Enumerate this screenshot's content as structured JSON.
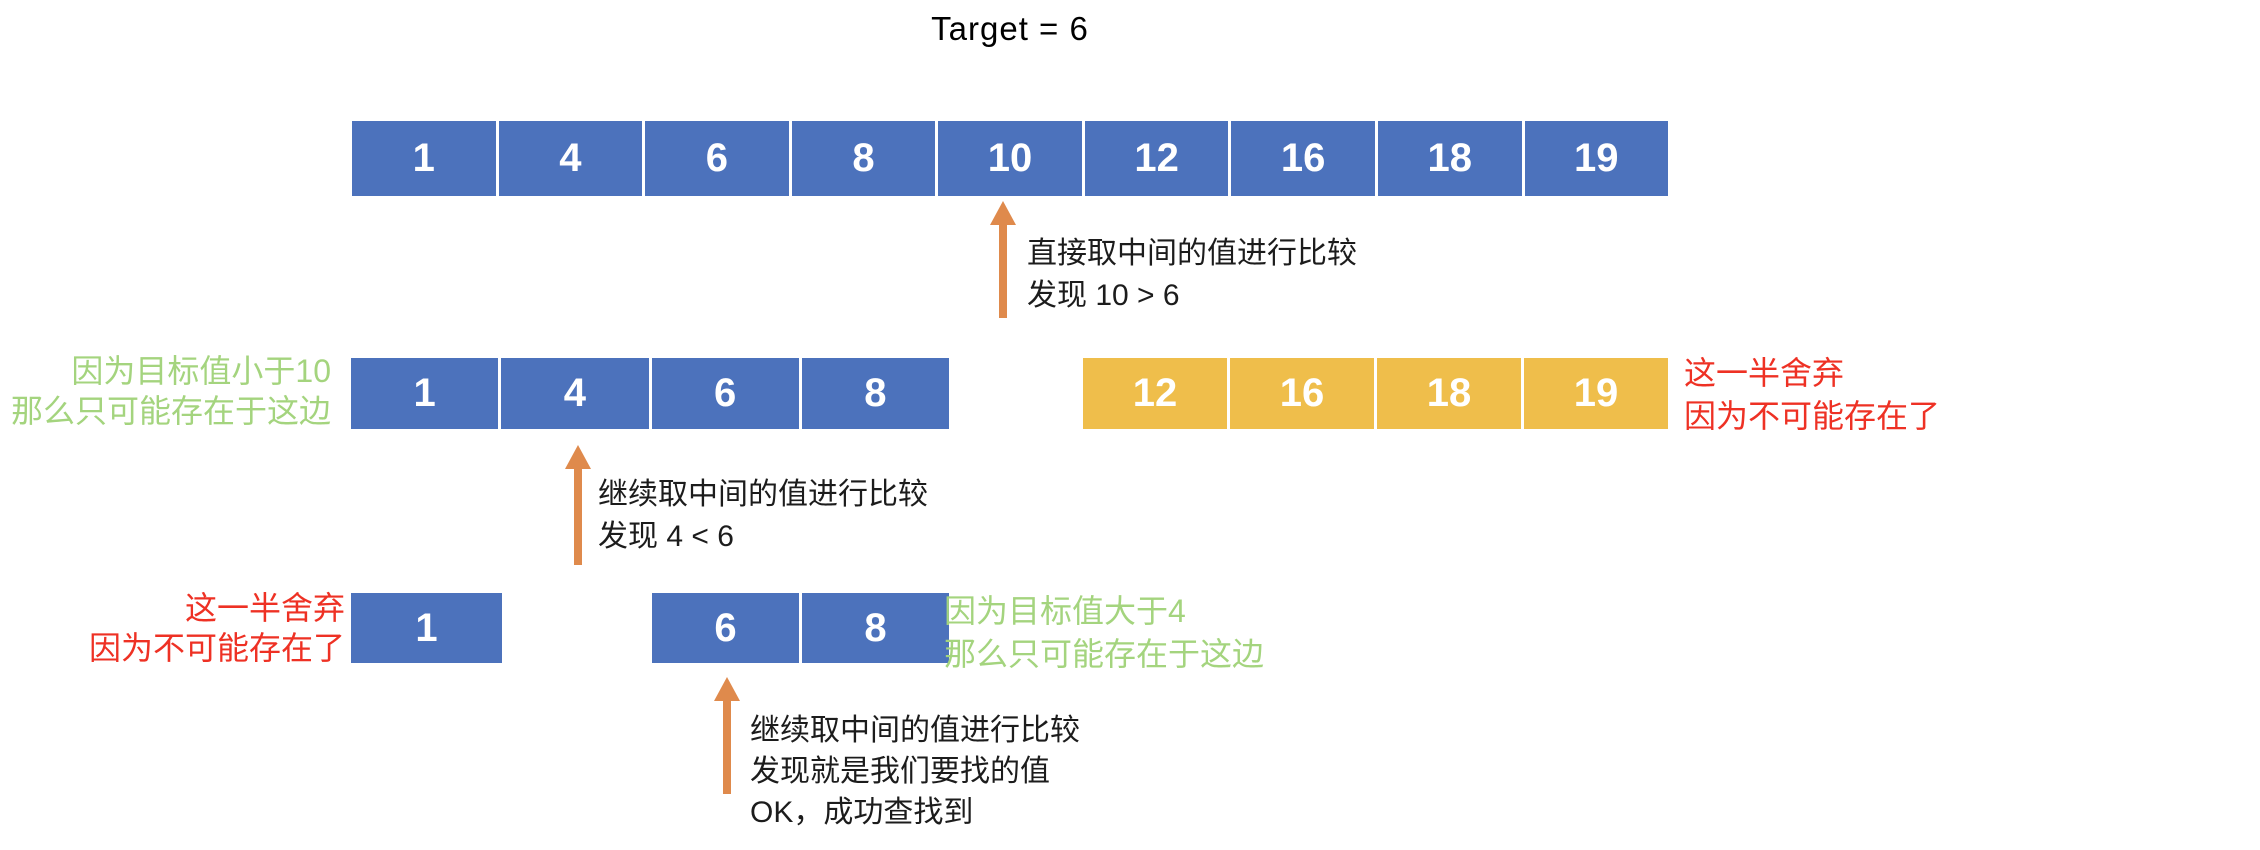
{
  "title": "Target = 6",
  "colors": {
    "blue": "#4C72BC",
    "gold": "#EFBE4B",
    "orange": "#DF8A4C",
    "green": "#A4D47E",
    "red": "#EE3124",
    "ink": "#1C1C1C"
  },
  "arrays": {
    "full": {
      "cells": [
        "1",
        "4",
        "6",
        "8",
        "10",
        "12",
        "16",
        "18",
        "19"
      ]
    },
    "left_half": {
      "cells": [
        "1",
        "4",
        "6",
        "8"
      ]
    },
    "discarded_right": {
      "cells": [
        "12",
        "16",
        "18",
        "19"
      ]
    },
    "discarded_left": {
      "cells": [
        "1"
      ]
    },
    "final": {
      "cells": [
        "6",
        "8"
      ]
    }
  },
  "steps": {
    "step1": {
      "line1": "直接取中间的值进行比较",
      "line2": "发现 10 > 6"
    },
    "step2": {
      "line1": "继续取中间的值进行比较",
      "line2": "发现 4 < 6"
    },
    "step3": {
      "line1": "继续取中间的值进行比较",
      "line2": "发现就是我们要找的值",
      "line3": "OK，成功查找到"
    }
  },
  "notes": {
    "keep_left": {
      "line1": "因为目标值小于10",
      "line2": "那么只可能存在于这边"
    },
    "discard_right": {
      "line1": "这一半舍弃",
      "line2": "因为不可能存在了"
    },
    "discard_left": {
      "line1": "这一半舍弃",
      "line2": "因为不可能存在了"
    },
    "keep_right": {
      "line1": "因为目标值大于4",
      "line2": "那么只可能存在于这边"
    }
  }
}
